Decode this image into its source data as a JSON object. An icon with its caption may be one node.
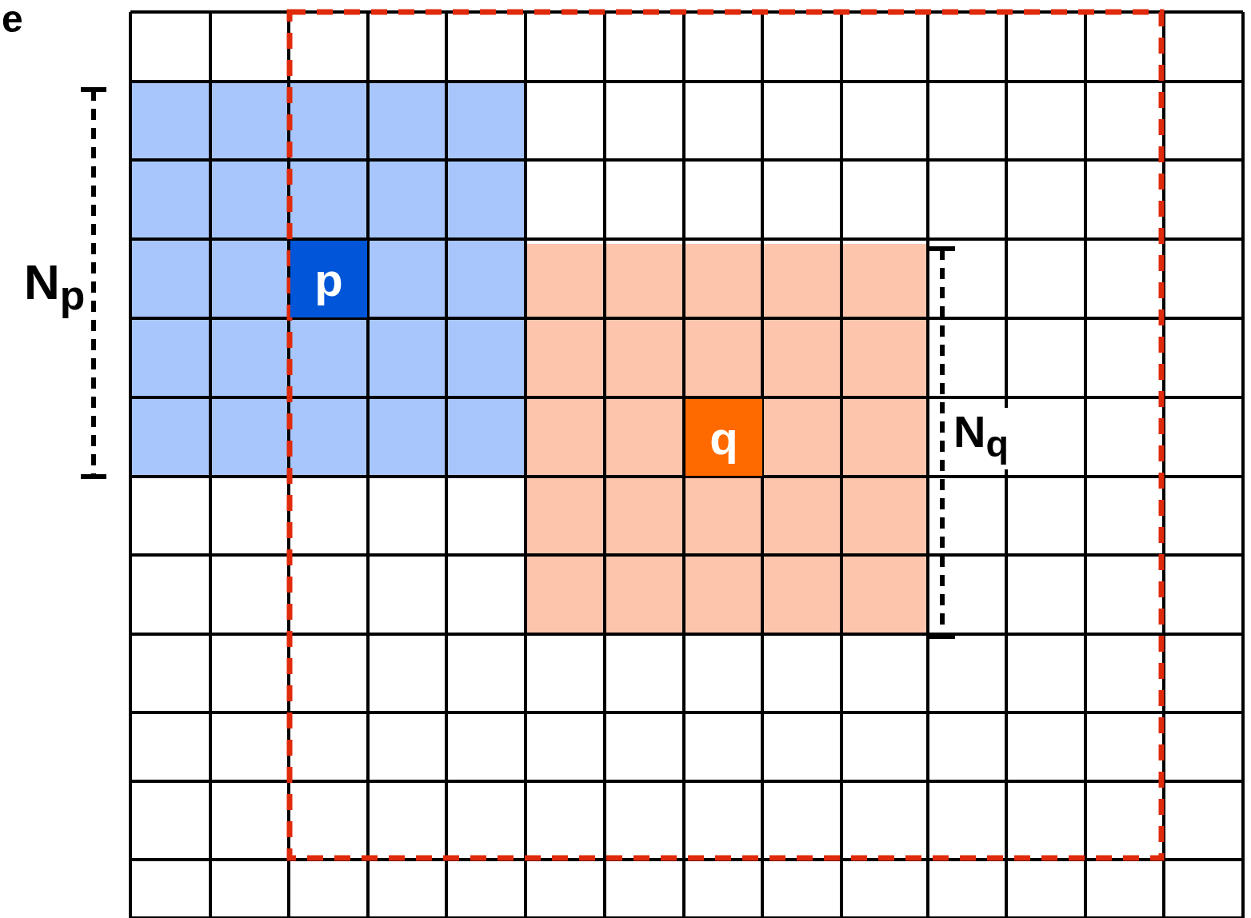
{
  "diagram": {
    "nodes": [
      {
        "text": [
          "p"
        ]
      },
      {
        "text": [
          "q"
        ]
      }
    ],
    "edges": [],
    "labels": [
      "e",
      "N$_{p}$",
      "N$_{q}$"
    ]
  }
}
